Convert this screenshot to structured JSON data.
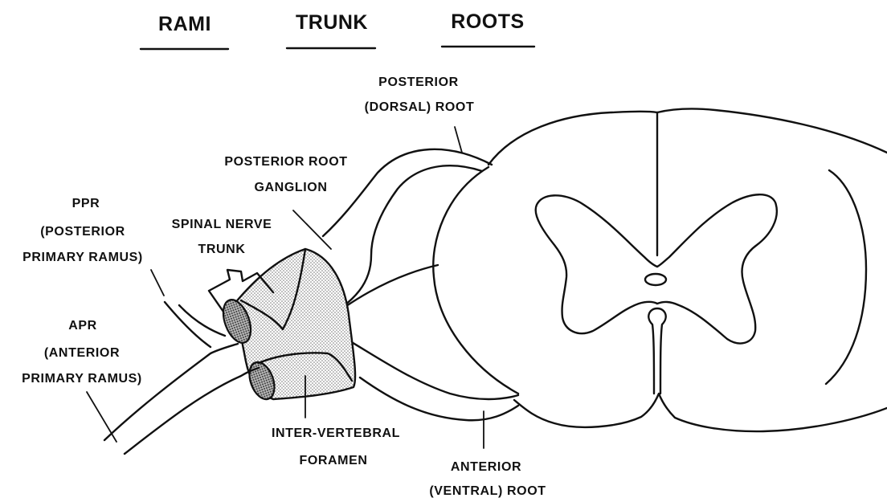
{
  "headers": {
    "rami": "RAMI",
    "trunk": "TRUNK",
    "roots": "ROOTS"
  },
  "labels": {
    "posterior_root": [
      "POSTERIOR",
      "(DORSAL)  ROOT"
    ],
    "ganglion": [
      "POSTERIOR  ROOT",
      "GANGLION"
    ],
    "ppr": [
      "PPR",
      "(POSTERIOR",
      "PRIMARY  RAMUS)"
    ],
    "spinal_nerve_trunk": [
      "SPINAL  NERVE",
      "TRUNK"
    ],
    "apr": [
      "APR",
      "(ANTERIOR",
      "PRIMARY  RAMUS)"
    ],
    "foramen": [
      "INTER-VERTEBRAL",
      "FORAMEN"
    ],
    "anterior_root": [
      "ANTERIOR",
      "(VENTRAL)  ROOT"
    ]
  },
  "colors": {
    "ink": "#111111",
    "stipple_light": "#cfcfcf",
    "stipple_dark": "#6a6a6a",
    "background": "#ffffff"
  }
}
